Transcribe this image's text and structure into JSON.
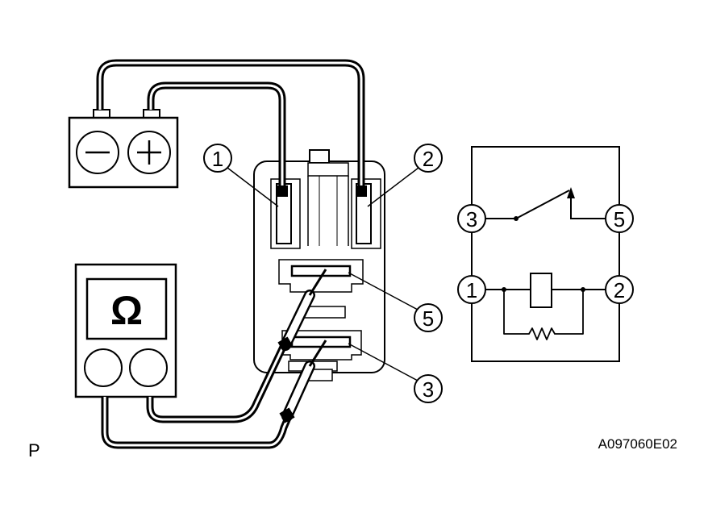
{
  "callouts": {
    "pin1": "1",
    "pin2": "2",
    "pin3": "3",
    "pin5": "5"
  },
  "schematic": {
    "left_top": "3",
    "right_top": "5",
    "left_bottom": "1",
    "right_bottom": "2"
  },
  "meter_symbol": "Ω",
  "battery": {
    "negative_symbol": "−",
    "positive_symbol": "+"
  },
  "corner_label": "P",
  "figure_code": "A097060E02"
}
